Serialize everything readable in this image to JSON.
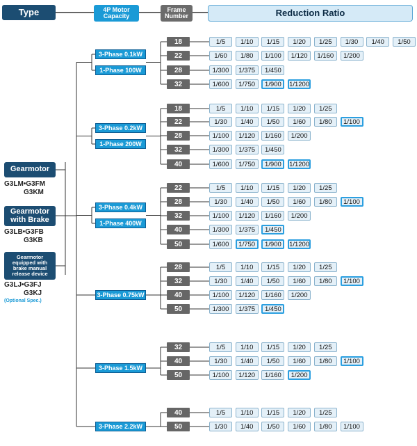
{
  "headers": {
    "type": "Type",
    "motor": "4P Motor Capacity",
    "frame": "Frame Number",
    "ratio": "Reduction Ratio"
  },
  "types": [
    {
      "label": "Gearmotor",
      "models": [
        "G3LM•G3FM",
        "G3KM"
      ],
      "note": ""
    },
    {
      "label": "Gearmotor with Brake",
      "models": [
        "G3LB•G3FB",
        "G3KB"
      ],
      "note": ""
    },
    {
      "label": "Gearmotor equipped with brake manual release device",
      "models": [
        "G3LJ•G3FJ",
        "G3KJ"
      ],
      "note": "(Optional Spec.)"
    }
  ],
  "groups": [
    {
      "motors": [
        "3-Phase 0.1kW",
        "1-Phase 100W"
      ],
      "rows": [
        {
          "frame": "18",
          "ratios": [
            "1/5",
            "1/10",
            "1/15",
            "1/20",
            "1/25",
            "1/30",
            "1/40",
            "1/50"
          ],
          "hl": []
        },
        {
          "frame": "22",
          "ratios": [
            "1/60",
            "1/80",
            "1/100",
            "1/120",
            "1/160",
            "1/200"
          ],
          "hl": []
        },
        {
          "frame": "28",
          "ratios": [
            "1/300",
            "1/375",
            "1/450"
          ],
          "hl": []
        },
        {
          "frame": "32",
          "ratios": [
            "1/600",
            "1/750",
            "1/900",
            "1/1200"
          ],
          "hl": [
            2,
            3
          ]
        }
      ]
    },
    {
      "motors": [
        "3-Phase 0.2kW",
        "1-Phase 200W"
      ],
      "rows": [
        {
          "frame": "18",
          "ratios": [
            "1/5",
            "1/10",
            "1/15",
            "1/20",
            "1/25"
          ],
          "hl": []
        },
        {
          "frame": "22",
          "ratios": [
            "1/30",
            "1/40",
            "1/50",
            "1/60",
            "1/80",
            "1/100"
          ],
          "hl": [
            5
          ]
        },
        {
          "frame": "28",
          "ratios": [
            "1/100",
            "1/120",
            "1/160",
            "1/200"
          ],
          "hl": []
        },
        {
          "frame": "32",
          "ratios": [
            "1/300",
            "1/375",
            "1/450"
          ],
          "hl": []
        },
        {
          "frame": "40",
          "ratios": [
            "1/600",
            "1/750",
            "1/900",
            "1/1200"
          ],
          "hl": [
            2,
            3
          ]
        }
      ]
    },
    {
      "motors": [
        "3-Phase 0.4kW",
        "1-Phase 400W"
      ],
      "rows": [
        {
          "frame": "22",
          "ratios": [
            "1/5",
            "1/10",
            "1/15",
            "1/20",
            "1/25"
          ],
          "hl": []
        },
        {
          "frame": "28",
          "ratios": [
            "1/30",
            "1/40",
            "1/50",
            "1/60",
            "1/80",
            "1/100"
          ],
          "hl": [
            5
          ]
        },
        {
          "frame": "32",
          "ratios": [
            "1/100",
            "1/120",
            "1/160",
            "1/200"
          ],
          "hl": []
        },
        {
          "frame": "40",
          "ratios": [
            "1/300",
            "1/375",
            "1/450"
          ],
          "hl": [
            2
          ]
        },
        {
          "frame": "50",
          "ratios": [
            "1/600",
            "1/750",
            "1/900",
            "1/1200"
          ],
          "hl": [
            1,
            2,
            3
          ]
        }
      ]
    },
    {
      "motors": [
        "3-Phase 0.75kW"
      ],
      "rows": [
        {
          "frame": "28",
          "ratios": [
            "1/5",
            "1/10",
            "1/15",
            "1/20",
            "1/25"
          ],
          "hl": []
        },
        {
          "frame": "32",
          "ratios": [
            "1/30",
            "1/40",
            "1/50",
            "1/60",
            "1/80",
            "1/100"
          ],
          "hl": [
            5
          ]
        },
        {
          "frame": "40",
          "ratios": [
            "1/100",
            "1/120",
            "1/160",
            "1/200"
          ],
          "hl": []
        },
        {
          "frame": "50",
          "ratios": [
            "1/300",
            "1/375",
            "1/450"
          ],
          "hl": [
            2
          ]
        }
      ]
    },
    {
      "motors": [
        "3-Phase 1.5kW"
      ],
      "rows": [
        {
          "frame": "32",
          "ratios": [
            "1/5",
            "1/10",
            "1/15",
            "1/20",
            "1/25"
          ],
          "hl": []
        },
        {
          "frame": "40",
          "ratios": [
            "1/30",
            "1/40",
            "1/50",
            "1/60",
            "1/80",
            "1/100"
          ],
          "hl": [
            5
          ]
        },
        {
          "frame": "50",
          "ratios": [
            "1/100",
            "1/120",
            "1/160",
            "1/200"
          ],
          "hl": [
            3
          ]
        }
      ]
    },
    {
      "motors": [
        "3-Phase 2.2kW"
      ],
      "rows": [
        {
          "frame": "40",
          "ratios": [
            "1/5",
            "1/10",
            "1/15",
            "1/20",
            "1/25"
          ],
          "hl": []
        },
        {
          "frame": "50",
          "ratios": [
            "1/30",
            "1/40",
            "1/50",
            "1/60",
            "1/80",
            "1/100"
          ],
          "hl": []
        }
      ]
    }
  ]
}
